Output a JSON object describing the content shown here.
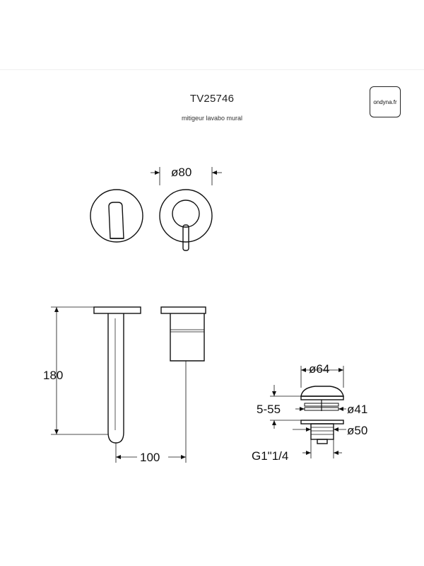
{
  "header": {
    "product_code": "TV25746",
    "product_name": "mitigeur lavabo mural",
    "brand_badge": "ondyna.fr"
  },
  "dimensions": {
    "plate_diameter": "ø80",
    "height": "180",
    "projection": "100",
    "drain_cap_diameter": "ø64",
    "drain_height_range": "5-55",
    "drain_body_diameter": "ø41",
    "drain_flange_diameter": "ø50",
    "drain_thread": "G1\"1/4"
  }
}
